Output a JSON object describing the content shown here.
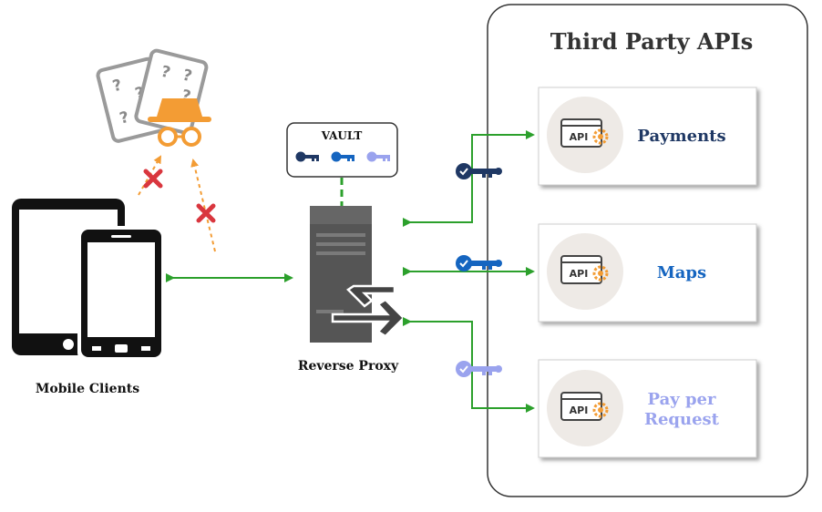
{
  "panel": {
    "title": "Third Party APIs"
  },
  "cards": [
    {
      "lines": [
        "Payments"
      ],
      "color": "#1f3864"
    },
    {
      "lines": [
        "Maps"
      ],
      "color": "#1565c0"
    },
    {
      "lines": [
        "Pay per",
        "Request"
      ],
      "color": "#9aa3ee"
    }
  ],
  "api_icon_text": "API",
  "vault": {
    "title": "VAULT"
  },
  "proxy": {
    "label": "Reverse Proxy"
  },
  "clients": {
    "label": "Mobile Clients"
  },
  "colors": {
    "arrow": "#2ca02c",
    "attack": "#f39c34",
    "blocked": "#d9363e",
    "key_dark": "#1f3864",
    "key_mid": "#1565c0",
    "key_light": "#9aa3ee"
  },
  "icons": [
    "hacker-icon",
    "tablet-icon",
    "phone-icon",
    "server-icon",
    "key-icon",
    "api-gear-icon",
    "blocked-x-icon"
  ]
}
